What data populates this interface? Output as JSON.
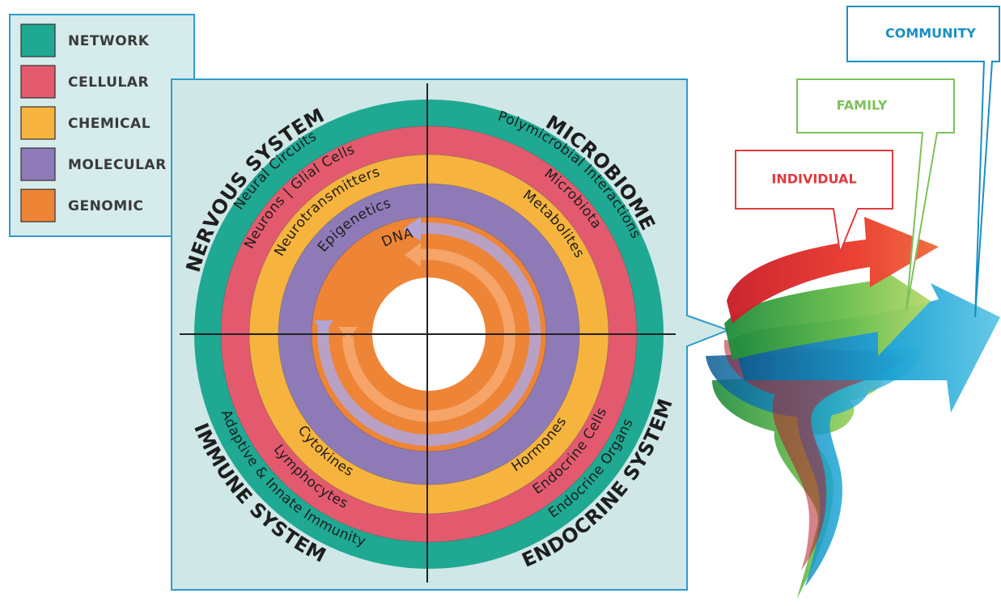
{
  "legend": {
    "items": [
      {
        "label": "NETWORK",
        "color": "#1fa892"
      },
      {
        "label": "CELLULAR",
        "color": "#e35a6e"
      },
      {
        "label": "CHEMICAL",
        "color": "#f6b43e"
      },
      {
        "label": "MOLECULAR",
        "color": "#8f7ab8"
      },
      {
        "label": "GENOMIC",
        "color": "#ee8436"
      }
    ]
  },
  "systems": {
    "nervous": "NERVOUS SYSTEM",
    "microbiome": "MICROBIOME",
    "immune": "IMMUNE SYSTEM",
    "endocrine": "ENDOCRINE SYSTEM"
  },
  "rings": {
    "network": {
      "nervous": "Neural Circuits",
      "microbiome": "Polymicrobial Interactions",
      "immune": "Adaptive & Innate Immunity",
      "endocrine": "Endocrine Organs"
    },
    "cellular": {
      "nervous": "Neurons | Glial Cells",
      "microbiome": "Microbiota",
      "immune": "Lymphocytes",
      "endocrine": "Endocrine Cells"
    },
    "chemical": {
      "nervous": "Neurotransmitters",
      "microbiome": "Metabolites",
      "immune": "Cytokines",
      "endocrine": "Hormones"
    },
    "molecular": {
      "label": "Epigenetics"
    },
    "genomic": {
      "label": "DNA"
    }
  },
  "levels": {
    "individual": {
      "label": "INDIVIDUAL",
      "color": "#e03a3e"
    },
    "family": {
      "label": "FAMILY",
      "color": "#7cc25a"
    },
    "community": {
      "label": "COMMUNITY",
      "color": "#1b8fc4"
    }
  },
  "colors": {
    "panel_bg": "#cfe7e7",
    "panel_border": "#2f9bc9",
    "network": "#1fa892",
    "cellular": "#e35a6e",
    "chemical": "#f6b43e",
    "molecular": "#8f7ab8",
    "genomic": "#ee8436"
  }
}
